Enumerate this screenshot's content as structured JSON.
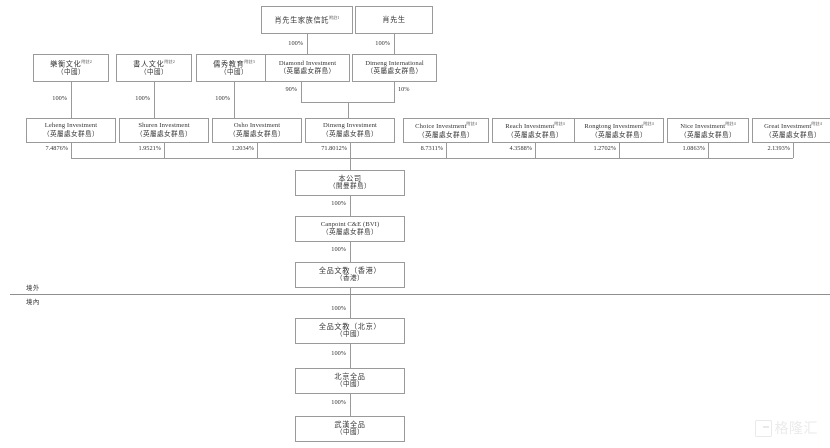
{
  "diagram": {
    "title_watermark": "格隆汇",
    "zone_offshore_label": "境外",
    "zone_onshore_label": "境內",
    "jurisdiction_bvi": "（英屬處女群島）",
    "jurisdiction_prc": "（中國）",
    "jurisdiction_cayman": "（開曼群島）",
    "jurisdiction_hk": "（香港）"
  },
  "nodes": {
    "trust": {
      "line1": "肖先生家族信託",
      "note": "附註1"
    },
    "mr_xiao": {
      "line1": "肖先生"
    },
    "leheng_culture": {
      "line1": "樂衡文化",
      "note": "附註2",
      "line2": "（中國）"
    },
    "shuren_culture": {
      "line1": "書人文化",
      "note": "附註2",
      "line2": "（中國）"
    },
    "youxiu_education": {
      "line1": "儒秀教育",
      "note": "附註3",
      "line2": "（中國）"
    },
    "diamond_investment": {
      "line1": "Diamond Investment",
      "line2": "（英屬處女群島）"
    },
    "dimeng_international": {
      "line1": "Dimeng International",
      "line2": "（英屬處女群島）"
    },
    "leheng_investment": {
      "line1": "Leheng Investment",
      "line2": "（英屬處女群島）"
    },
    "shuren_investment": {
      "line1": "Shuren Investment",
      "line2": "（英屬處女群島）"
    },
    "osho_investment": {
      "line1": "Osho Investment",
      "line2": "（英屬處女群島）"
    },
    "dimeng_investment": {
      "line1": "Dimeng Investment",
      "line2": "（英屬處女群島）"
    },
    "choice_investment": {
      "line1": "Choice Investment",
      "note": "附註4",
      "line2": "（英屬處女群島）"
    },
    "reach_investment": {
      "line1": "Reach Investment",
      "note": "附註4",
      "line2": "（英屬處女群島）"
    },
    "rongtong_investment": {
      "line1": "Rongtong Investment",
      "note": "附註4",
      "line2": "（英屬處女群島）"
    },
    "nice_investment": {
      "line1": "Nice Investment",
      "note": "附註4",
      "line2": "（英屬處女群島）"
    },
    "great_investment": {
      "line1": "Great Investment",
      "note": "附註4",
      "line2": "（英屬處女群島）"
    },
    "company": {
      "line1": "本公司",
      "line2": "（開曼群島）"
    },
    "canpoint_bvi": {
      "line1": "Canpoint C&E (BVI)",
      "line2": "（英屬處女群島）"
    },
    "quanpin_hk": {
      "line1": "全品文教（香港）",
      "line2": "（香港）"
    },
    "quanpin_beijing": {
      "line1": "全品文教（北京）",
      "line2": "（中國）"
    },
    "beijing_quanpin": {
      "line1": "北京全品",
      "line2": "（中國）"
    },
    "wuhan_quanpin": {
      "line1": "武漢全品",
      "line2": "（中國）"
    }
  },
  "percentages": {
    "trust_to_diamond": "100%",
    "xiao_to_dimeng_intl": "100%",
    "leheng_culture_down": "100%",
    "shuren_culture_down": "100%",
    "youxiu_education_down": "100%",
    "diamond_down": "90%",
    "dimeng_intl_down": "10%",
    "leheng_investment_stake": "7.4876%",
    "shuren_investment_stake": "1.9521%",
    "osho_investment_stake": "1.2034%",
    "dimeng_investment_stake": "71.8012%",
    "choice_investment_stake": "8.7311%",
    "reach_investment_stake": "4.3588%",
    "rongtong_investment_stake": "1.2702%",
    "nice_investment_stake": "1.0863%",
    "great_investment_stake": "2.1393%",
    "company_to_canpoint": "100%",
    "canpoint_to_hk": "100%",
    "hk_to_beijing": "100%",
    "beijing_wfoe_to_beijing_quanpin": "100%",
    "beijing_quanpin_to_wuhan": "100%"
  }
}
